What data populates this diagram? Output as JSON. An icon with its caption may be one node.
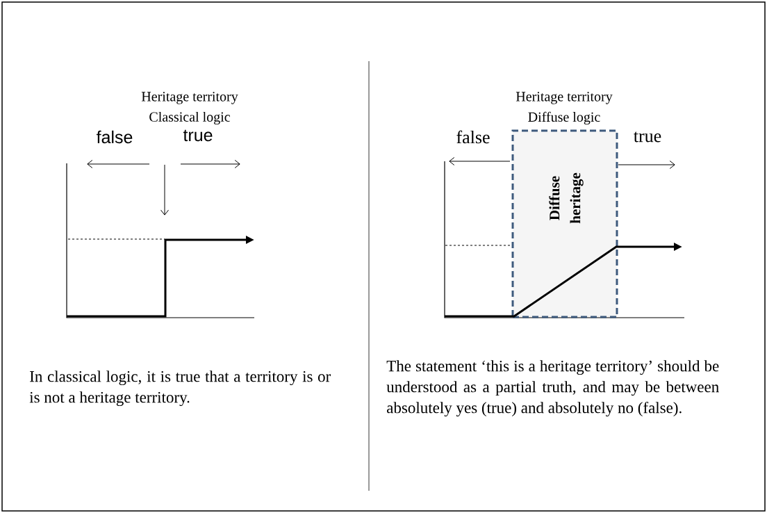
{
  "diagram": {
    "nodes": [
      {
        "text": [
          "Diffuse heritage"
        ]
      }
    ],
    "labels": [
      "Heritage territory",
      "Classical logic",
      "false",
      "true",
      "In classical logic, it is true that a territory is or is not a heritage territory.",
      "Heritage territory",
      "Diffuse logic",
      "false",
      "true",
      "The statement ‘this is a heritage territory’ should be understood as a partial truth, and may be between absolutely yes (true) and absolutely no (false)."
    ]
  }
}
